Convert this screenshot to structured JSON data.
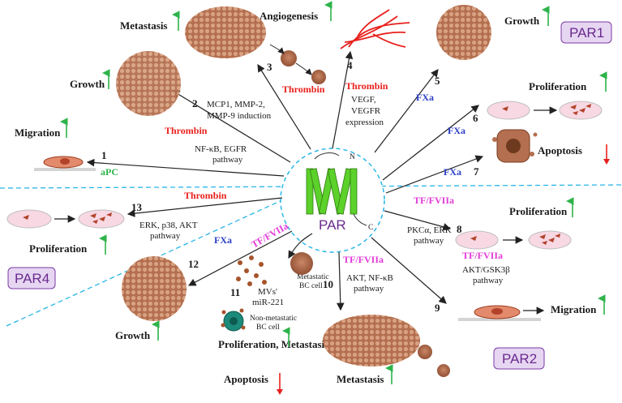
{
  "center_label": "PAR",
  "receptor_terminals": {
    "n": "N",
    "c": "C"
  },
  "receptors": {
    "par1": "PAR1",
    "par2": "PAR2",
    "par4": "PAR4"
  },
  "pathways": [
    {
      "num": "1",
      "agent": "aPC",
      "mech": [
        "NF-κB, EGFR",
        "pathway"
      ],
      "effect": "Migration",
      "dir": "up"
    },
    {
      "num": "2",
      "agent": "Thrombin",
      "mech": [
        "MCP1, MMP-2,",
        "MMP-9 induction"
      ],
      "effect": "Growth",
      "dir": "up"
    },
    {
      "num": "3",
      "agent": "Thrombin",
      "mech": [],
      "effect": "Metastasis",
      "dir": "up"
    },
    {
      "num": "4",
      "agent": "Thrombin",
      "mech": [
        "VEGF,",
        "VEGFR",
        "expression"
      ],
      "effect": "Angiogenesis",
      "dir": "up"
    },
    {
      "num": "5",
      "agent": "FXa",
      "mech": [],
      "effect": "Growth",
      "dir": "up"
    },
    {
      "num": "6",
      "agent": "FXa",
      "mech": [],
      "effect": "Proliferation",
      "dir": "up"
    },
    {
      "num": "7",
      "agent": "FXa",
      "mech": [],
      "effect": "Apoptosis",
      "dir": "down"
    },
    {
      "num": "8",
      "agent": "TF/FVIIa",
      "mech": [
        "PKCα, ERK",
        "pathway"
      ],
      "effect": "Proliferation",
      "dir": "up"
    },
    {
      "num": "9",
      "agent": "TF/FVIIa",
      "mech": [
        "AKT/GSK3β",
        "pathway"
      ],
      "effect": "Migration",
      "dir": "up"
    },
    {
      "num": "10",
      "agent": "TF/FVIIa",
      "mech": [
        "AKT, NF-κB",
        "pathway"
      ],
      "effect": "Metastasis",
      "dir": "up"
    },
    {
      "num": "11",
      "agent": "TF/FVIIa",
      "mech": [
        "MVs'",
        "miR-221"
      ],
      "effect": "Proliferation, Metastasis",
      "effect2": "Apoptosis",
      "dir": "up"
    },
    {
      "num": "12",
      "agent": "FXa",
      "mech": [],
      "effect": "Growth",
      "dir": "up"
    },
    {
      "num": "13",
      "agent": "Thrombin",
      "mech": [
        "ERK, p38, AKT",
        "pathway"
      ],
      "effect": "Proliferation",
      "dir": "up"
    }
  ],
  "cells": {
    "metastatic": [
      "Metastatic",
      "BC cell"
    ],
    "non_metastatic": [
      "Non-metastatic",
      "BC cell"
    ]
  },
  "colors": {
    "thrombin": "#e8211d",
    "fxa": "#2a3fc7",
    "tf_fviia": "#e23bd9",
    "apc": "#2db34a",
    "up_arrow": "#2db34a",
    "down_arrow": "#e8211d",
    "receptor": "#5cd12a",
    "par_box": "#e6d6f2"
  }
}
